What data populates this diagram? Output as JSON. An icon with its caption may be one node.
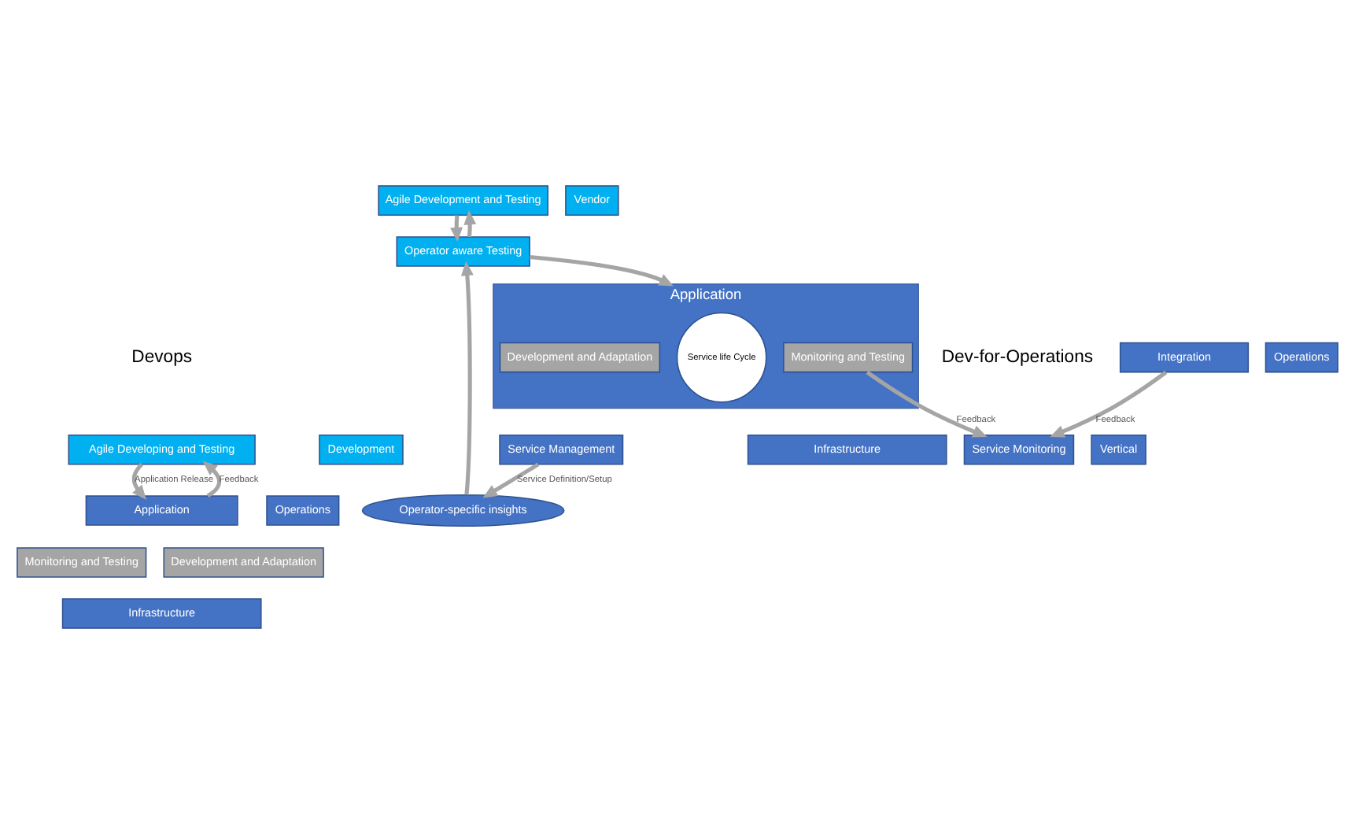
{
  "diagram": {
    "nodes": [
      {
        "text": [
          "Agile Developing and Testing"
        ]
      },
      {
        "text": [
          "Development"
        ]
      },
      {
        "text": [
          "Application"
        ]
      },
      {
        "text": [
          "Operations"
        ]
      },
      {
        "text": [
          "Monitoring and Testing"
        ]
      },
      {
        "text": [
          "Development and Adaptation"
        ]
      },
      {
        "text": [
          "Infrastructure"
        ]
      },
      {
        "text": [
          "Service Monitoring"
        ]
      },
      {
        "text": [
          "Service Management"
        ]
      },
      {
        "text": [
          "Vertical"
        ]
      },
      {
        "text": [
          "Agile Development and Testing"
        ]
      },
      {
        "text": [
          "Operator aware Testing"
        ]
      },
      {
        "text": [
          "Vendor"
        ]
      },
      {
        "text": [
          "Operator-specific insights"
        ]
      },
      {
        "text": [
          "Integration"
        ]
      },
      {
        "text": [
          "Application"
        ]
      },
      {
        "text": [
          "Monitoring and Testing"
        ],
        "in": 15
      },
      {
        "text": [
          "Service life Cycle"
        ],
        "in": 15
      },
      {
        "text": [
          "Development and Adaptation"
        ],
        "in": 15
      },
      {
        "text": [
          "Operations"
        ]
      },
      {
        "text": [
          "Infrastructure"
        ]
      }
    ],
    "edges": [
      {
        "from": 2,
        "to": 0,
        "arrow": "to",
        "label": "Feedback"
      },
      {
        "from": 0,
        "to": 2,
        "arrow": "to",
        "label": "Application Release"
      },
      {
        "from": 10,
        "to": 11,
        "arrow": "to"
      },
      {
        "from": 11,
        "to": 10,
        "arrow": "to"
      },
      {
        "from": 13,
        "to": 11,
        "arrow": "to"
      },
      {
        "from": 11,
        "to": 15,
        "arrow": "to"
      },
      {
        "from": 8,
        "to": 13,
        "arrow": "to",
        "label": "Service Definition/Setup"
      },
      {
        "from": 14,
        "to": 7,
        "arrow": "to",
        "label": "Feedback"
      },
      {
        "from": 16,
        "to": 7,
        "arrow": "to",
        "label": "Feedback"
      }
    ],
    "labels": [
      "Devops",
      "Dev-for-Operations"
    ]
  }
}
